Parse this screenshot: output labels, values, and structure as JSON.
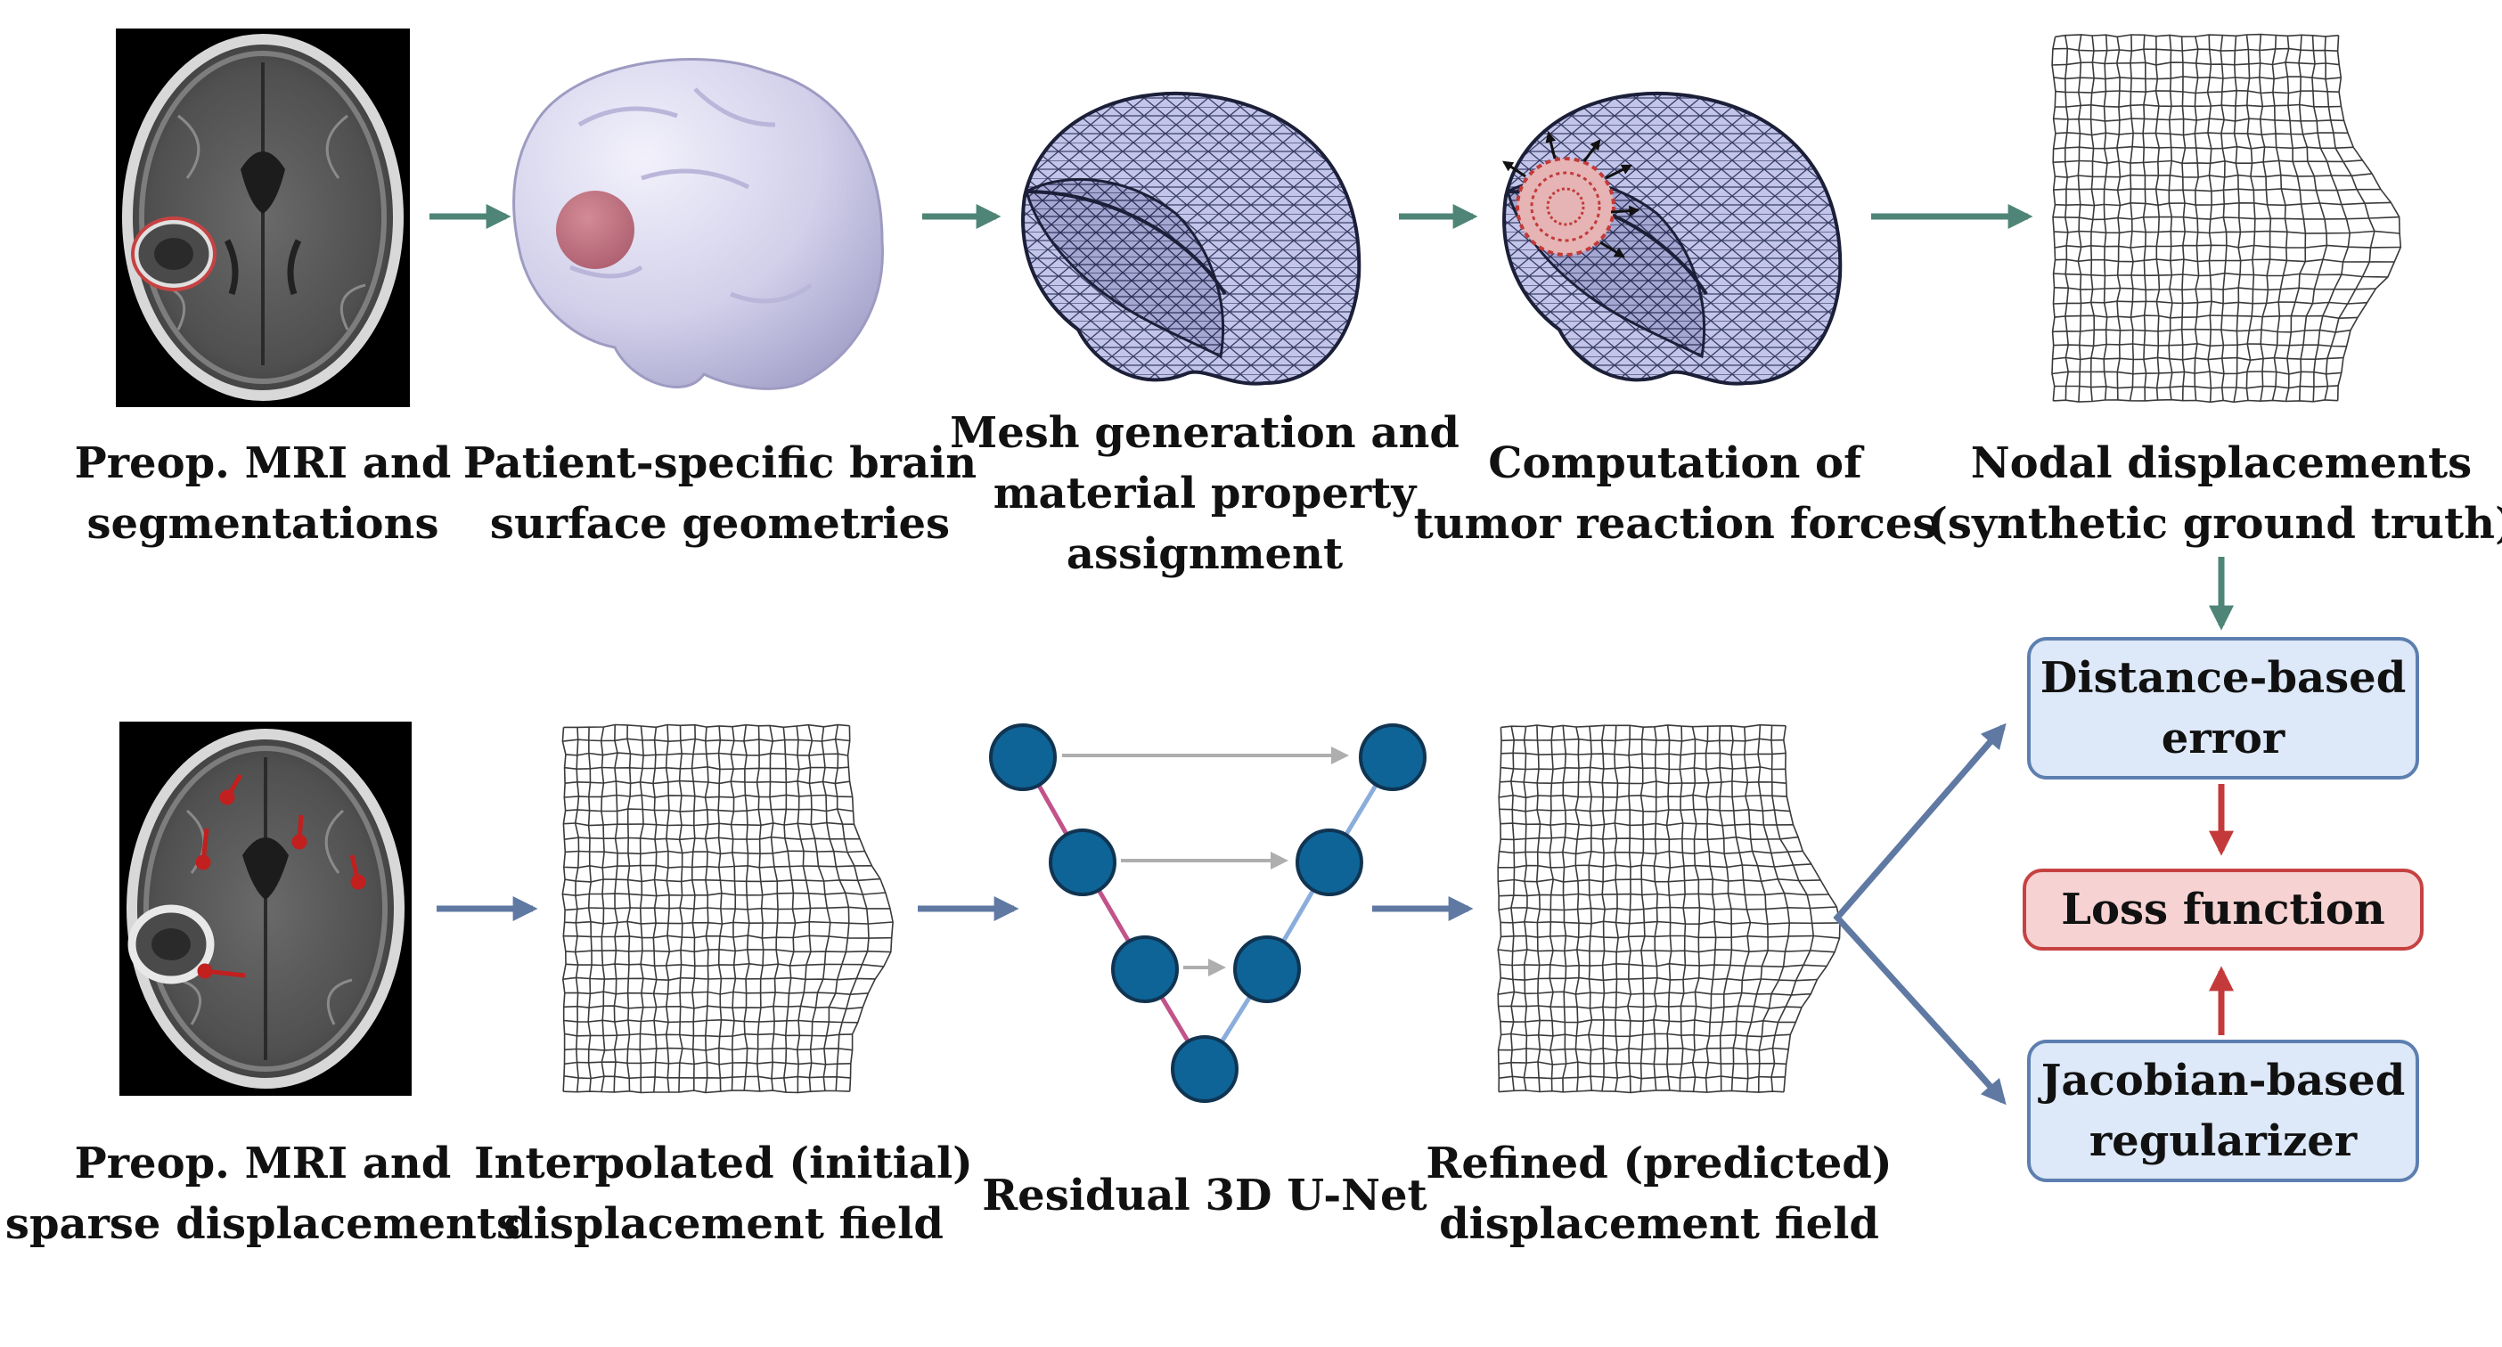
{
  "top_row": {
    "captions": [
      [
        "Preop. MRI and",
        "segmentations"
      ],
      [
        "Patient-specific brain",
        "surface geometries"
      ],
      [
        "Mesh generation and",
        "material property",
        "assignment"
      ],
      [
        "Computation of",
        "tumor reaction forces"
      ],
      [
        "Nodal displacements",
        "(synthetic ground truth)"
      ]
    ]
  },
  "bottom_row": {
    "captions": [
      [
        "Preop. MRI and",
        "sparse displacements"
      ],
      [
        "Interpolated (initial)",
        "displacement field"
      ],
      [
        "Residual 3D U-Net"
      ],
      [
        "Refined (predicted)",
        "displacement field"
      ]
    ]
  },
  "loss_boxes": {
    "distance": [
      "Distance-based",
      "error"
    ],
    "loss": [
      "Loss function"
    ],
    "jacobian": [
      "Jacobian-based",
      "regularizer"
    ]
  },
  "colors": {
    "top_arrow": "#4e8577",
    "bottom_arrow": "#5f79a3",
    "red_arrow": "#c43a3a",
    "unet_node": "#0e6496",
    "unet_node_stroke": "#103452",
    "encoder_edge": "#c2538a",
    "decoder_edge": "#8aaddb",
    "skip_edge": "#aeaeae",
    "box_blue_fill": "#dde8f8",
    "box_blue_stroke": "#5d7fb0",
    "box_red_fill": "#f6d2d2",
    "box_red_stroke": "#c64242"
  },
  "icons": [
    "mri-slice-icon",
    "brain-surface-icon",
    "brain-mesh-icon",
    "deformation-grid-icon",
    "unet-graph-icon"
  ]
}
